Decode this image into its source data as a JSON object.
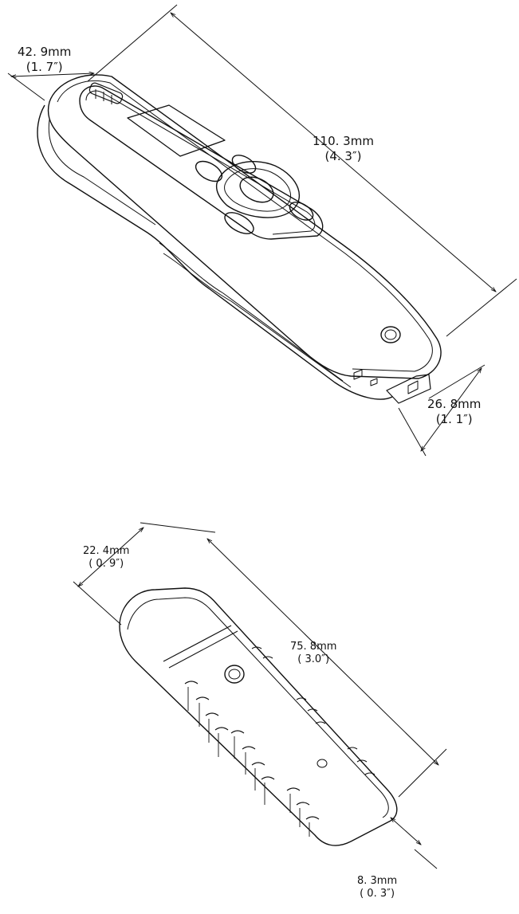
{
  "device": {
    "dimensions": {
      "width": {
        "metric": "42. 9mm",
        "imperial": "(1. 7″)"
      },
      "length": {
        "metric": "110. 3mm",
        "imperial": "(4. 3″)"
      },
      "height": {
        "metric": "26. 8mm",
        "imperial": "(1. 1″)"
      }
    }
  },
  "receiver": {
    "dimensions": {
      "width": {
        "metric": "22. 4mm",
        "imperial": "( 0. 9″)"
      },
      "length": {
        "metric": "75. 8mm",
        "imperial": "( 3.0″)"
      },
      "height": {
        "metric": "8. 3mm",
        "imperial": "( 0. 3″)"
      }
    }
  }
}
